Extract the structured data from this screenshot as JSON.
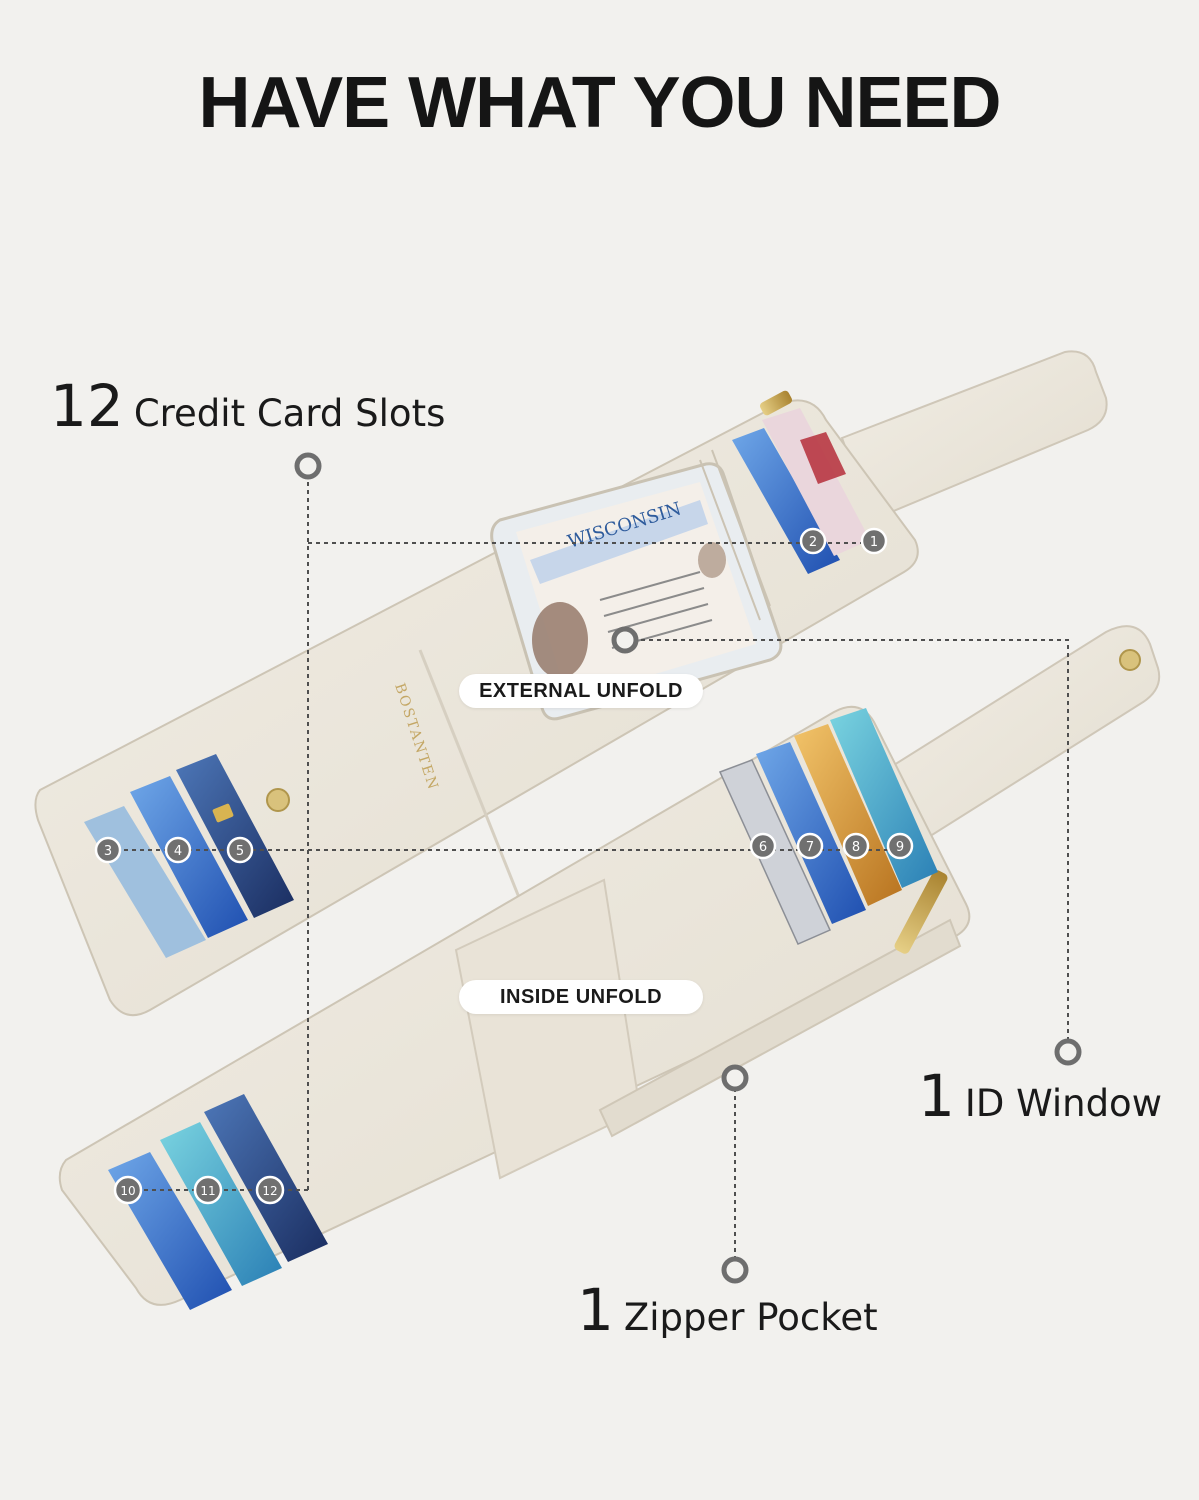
{
  "title": "HAVE WHAT YOU NEED",
  "features": {
    "card_slots": {
      "count": "12",
      "label": "Credit Card Slots"
    },
    "id_window": {
      "count": "1",
      "label": "ID Window"
    },
    "zipper_pocket": {
      "count": "1",
      "label": "Zipper Pocket"
    }
  },
  "views": {
    "external": "EXTERNAL UNFOLD",
    "inside": "INSIDE UNFOLD"
  },
  "slot_numbers": [
    "1",
    "2",
    "3",
    "4",
    "5",
    "6",
    "7",
    "8",
    "9",
    "10",
    "11",
    "12"
  ],
  "brand": "BOSTANTEN",
  "id_card_state": "WISCONSIN",
  "colors": {
    "background": "#f2f1ee",
    "leather": "#ece7dc",
    "leather_shadow": "#d9d2c4",
    "line": "#555555",
    "marker": "#6e6e6e",
    "zipper": "#c9a54a"
  }
}
